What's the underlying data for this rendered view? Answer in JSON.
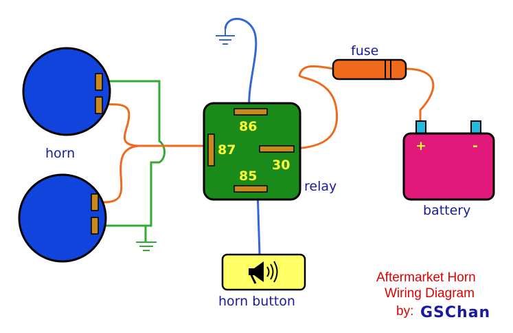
{
  "labels": {
    "horn": "horn",
    "relay": "relay",
    "fuse": "fuse",
    "battery": "battery",
    "horn_button": "horn button"
  },
  "relay_terminals": {
    "t86": "86",
    "t87": "87",
    "t30": "30",
    "t85": "85"
  },
  "battery_terminals": {
    "positive": "+",
    "negative": "-"
  },
  "credit": {
    "line1": "Aftermarket Horn",
    "line2": "Wiring Diagram",
    "by": "by:",
    "author": "GSChan"
  },
  "colors": {
    "horn_fill": "#1144dd",
    "relay_fill": "#1a8a1a",
    "fuse_fill": "#f06a1e",
    "battery_fill": "#e0197a",
    "button_fill": "#ffff66",
    "terminal_fill": "#c88a1e",
    "wire_green": "#33aa33",
    "wire_orange": "#f06a1e",
    "wire_blue": "#3366dd"
  },
  "icons": {
    "horn_button_icon": "megaphone-icon",
    "ground": "ground-symbol-icon"
  }
}
